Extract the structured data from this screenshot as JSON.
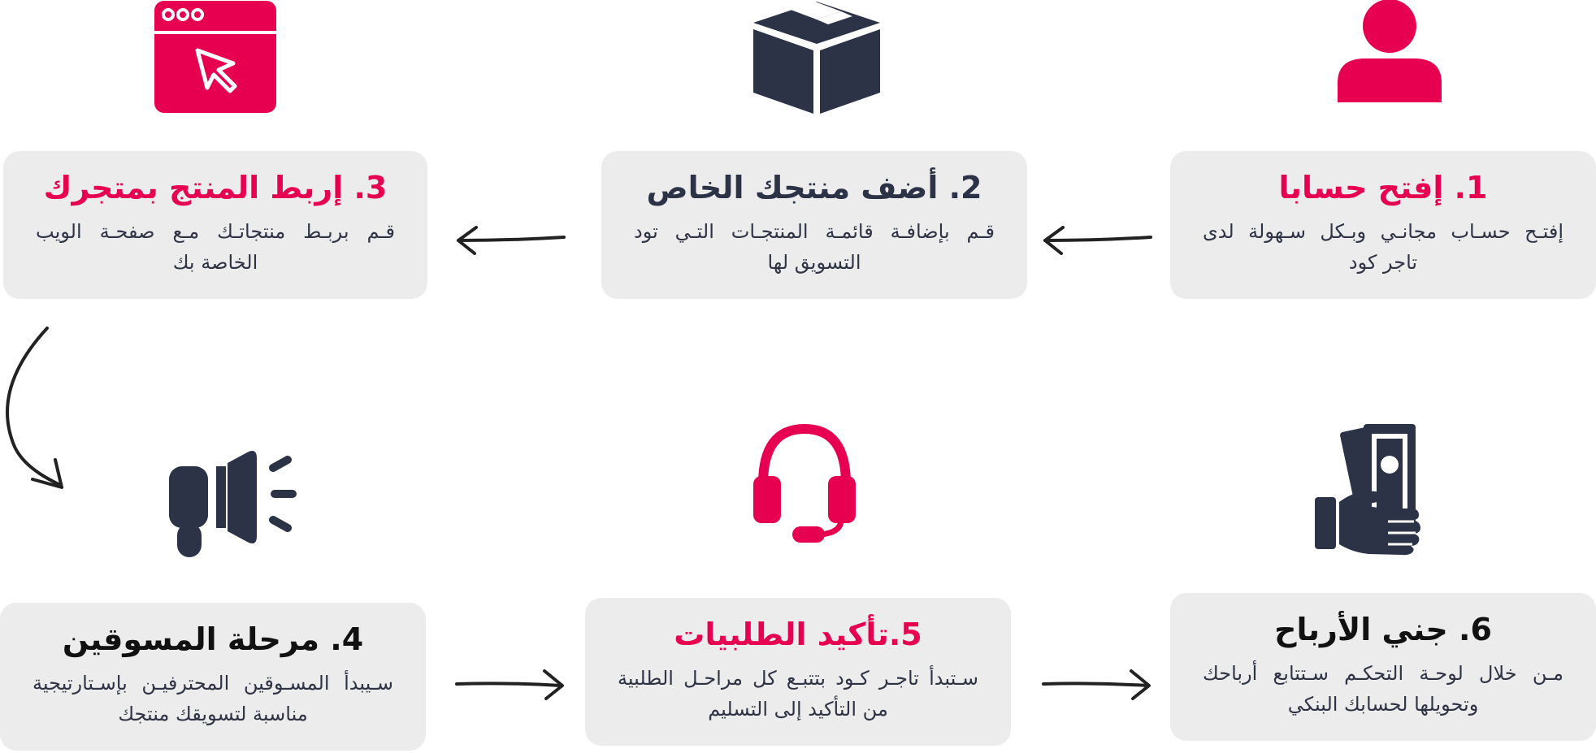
{
  "colors": {
    "pink": "#e6004f",
    "navy": "#2c3347",
    "card": "#ececec"
  },
  "steps": [
    {
      "title": "1. إفتح  حسابا",
      "desc": "إفتـح حسـاب مجانـي وبـكل سـهولة لدى تاجر كود",
      "title_color": "#e6004f",
      "icon": "user-icon"
    },
    {
      "title": "2. أضف منتجك الخاص",
      "desc": "قـم بإضافـة قائمـة المنتجـات التـي تود التسويق لها",
      "title_color": "#2c3347",
      "icon": "package-box-icon"
    },
    {
      "title": "3. إربط المنتج بمتجرك",
      "desc": "قـم بربـط منتجاتـك مـع صفحـة الويب الخاصة بك",
      "title_color": "#e6004f",
      "icon": "browser-cursor-icon"
    },
    {
      "title": "4.  مرحلة المسوقين",
      "desc": "سـيبدأ المسـوقين المحترفيـن بإسـتارتيجية مناسبة لتسويقك منتجك",
      "title_color": "#111111",
      "icon": "megaphone-icon"
    },
    {
      "title": "5.تأكيد الطلبيات",
      "desc": "سـتبدأ تاجـر كـود بتتبـع كل مراحـل الطلبية من التأكيد إلى التسليم",
      "title_color": "#e6004f",
      "icon": "headset-icon"
    },
    {
      "title": "6. جني الأرباح",
      "desc": "مـن خلال لوحـة التحكـم سـتتابع أرباحك وتحويلها لحسابك البنكي",
      "title_color": "#111111",
      "icon": "money-hand-icon"
    }
  ]
}
